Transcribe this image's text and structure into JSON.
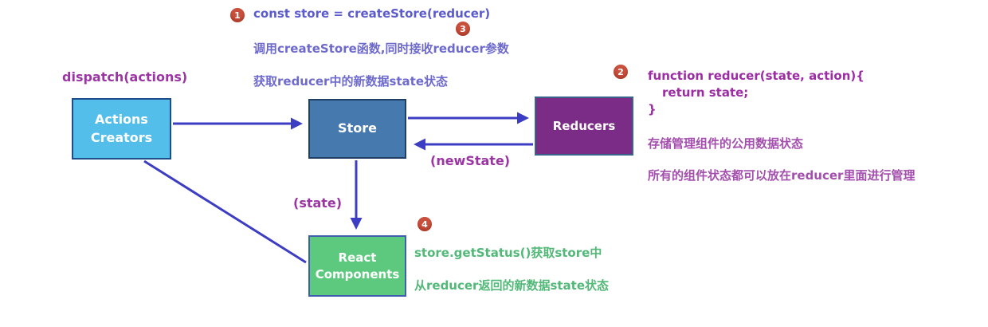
{
  "colors": {
    "arrow": "#3d3dc4",
    "code_blue": "#5b5bcd",
    "note_blue": "#6e6acd",
    "purple": "#9c35a4",
    "purple_light": "#a44fae",
    "green": "#52b878",
    "badge": "#c8503c",
    "box_actions_fill": "#53bee9",
    "box_store_fill": "#4679ae",
    "box_reducers_fill": "#7b2c86",
    "box_react_fill": "#5cc97e"
  },
  "nodes": {
    "actions_creators": {
      "label": "Actions\nCreators"
    },
    "store": {
      "label": "Store"
    },
    "reducers": {
      "label": "Reducers"
    },
    "react_components": {
      "label": "React\nComponents"
    }
  },
  "edges": [
    {
      "from": "actions_creators",
      "to": "store",
      "label": "dispatch(actions)"
    },
    {
      "from": "store",
      "to": "reducers",
      "label": ""
    },
    {
      "from": "reducers",
      "to": "store",
      "label": "(newState)"
    },
    {
      "from": "store",
      "to": "react_components",
      "label": "(state)"
    },
    {
      "from": "actions_creators",
      "to": "react_components",
      "label": ""
    }
  ],
  "labels": {
    "dispatch": "dispatch(actions)",
    "new_state": "(newState)",
    "state": "(state)"
  },
  "annotations": {
    "step1": {
      "badge": "1",
      "code": "const store = createStore(reducer)",
      "note_line1": "调用createStore函数,同时接收reducer参数",
      "note_line2": "获取reducer中的新数据state状态"
    },
    "step3": {
      "badge": "3"
    },
    "step2": {
      "badge": "2",
      "code_line1": "function reducer(state, action){",
      "code_line2": "return state;",
      "code_line3": "}",
      "note_line1": "存储管理组件的公用数据状态",
      "note_line2": "所有的组件状态都可以放在reducer里面进行管理"
    },
    "step4": {
      "badge": "4",
      "line1": "store.getStatus()获取store中",
      "line2": "从reducer返回的新数据state状态"
    }
  }
}
